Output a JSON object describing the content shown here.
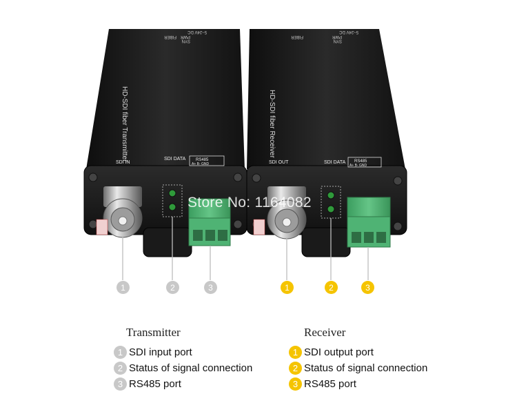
{
  "colors": {
    "transmitter_badge": "#c8c8c8",
    "receiver_badge": "#f5c400",
    "device_body": "#1a1a1a",
    "terminal_block": "#4fb374",
    "led": "#2f9a3a"
  },
  "transmitter": {
    "device_label": "HD-SDI fiber Transmitter",
    "port_label": "SDI IN",
    "sdi_data_label": "SDI DATA",
    "rs485_label": "RS485",
    "rs485_pins": "A+ B- GND",
    "heading": "Transmitter",
    "items": [
      {
        "num": "1",
        "text": "SDI input port"
      },
      {
        "num": "2",
        "text": "Status of signal connection"
      },
      {
        "num": "3",
        "text": "RS485 port"
      }
    ]
  },
  "receiver": {
    "device_label": "HD-SDI fiber Receiver",
    "port_label": "SDI OUT",
    "sdi_data_label": "SDI DATA",
    "rs485_label": "RS485",
    "rs485_pins": "A+ B- GND",
    "heading": "Receiver",
    "items": [
      {
        "num": "1",
        "text": "SDI output port"
      },
      {
        "num": "2",
        "text": "Status of signal connection"
      },
      {
        "num": "3",
        "text": "RS485 port"
      }
    ]
  },
  "back_labels": {
    "power": "5~24V DC",
    "pwr": "PWR",
    "syn": "SYN",
    "fiber": "FIBER"
  },
  "watermark": "Store No: 1164082"
}
